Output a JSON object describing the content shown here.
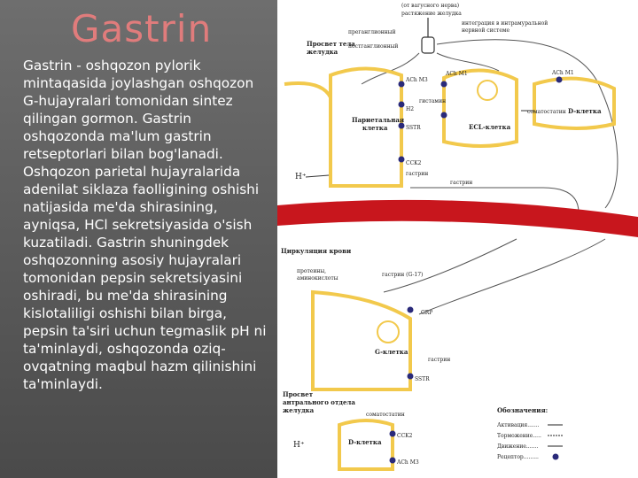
{
  "slide": {
    "title": "Gastrin",
    "body": "Gastrin - oshqozon pylorik mintaqasida joylashgan oshqozon G-hujayralari tomonidan sintez qilingan gormon. Gastrin oshqozonda ma'lum gastrin retseptorlari bilan bog'lanadi. Oshqozon parietal hujayralarida adenilat siklaza faolligining oshishi natijasida me'da shirasining, ayniqsa, HCl sekretsiyasida o'sish kuzatiladi. Gastrin shuningdek oshqozonning asosiy hujayralari tomonidan pepsin sekretsiyasini oshiradi, bu me'da shirasining kislotaliligi oshishi bilan birga, pepsin ta'siri uchun tegmaslik pH ni ta'minlaydi, oshqozonda oziq-ovqatning maqbul hazm qilinishini ta'minlaydi."
  },
  "diagram": {
    "vagus_1": "(от вагусного нерва)",
    "vagus_2": "растяжение желудка",
    "preganglionic": "преганглионный",
    "postganglionic": "постганглионный",
    "integration_1": "интеграция в интрамуральной",
    "integration_2": "нервной системе",
    "lumen_body_1": "Просвет тела",
    "lumen_body_2": "желудка",
    "parietal_1": "Париетальная",
    "parietal_2": "клетка",
    "ecl": "ECL-клетка",
    "d_cell_top": "D-клетка",
    "ach_m3": "ACh M3",
    "ach_m1": "ACh M1",
    "ach_m1_b": "ACh M1",
    "h2": "H2",
    "histamine": "гистамин",
    "somatostatin_top": "соматостатин",
    "sst_r": "SSTR",
    "cck2": "CCK2",
    "gastrin_top": "гастрин",
    "h_plus_top": "H⁺",
    "gastrin_mid": "гастрин",
    "blood_label": "Циркуляция крови",
    "proteins_1": "протеины,",
    "proteins_2": "аминокислоты",
    "gastrin_17": "гастрин (G-17)",
    "grp": "GRP",
    "g_cell": "G-клетка",
    "gastrin_low": "гастрин",
    "lumen_antrum_1": "Просвет",
    "lumen_antrum_2": "антрального отдела",
    "lumen_antrum_3": "желудка",
    "somatostatin_low": "соматостатин",
    "sst_r_low": "SSTR",
    "h_plus_low": "H⁺",
    "d_cell_low": "D-клетка",
    "cck2_low": "CCK2",
    "ach_low": "ACh M3",
    "legend_title": "Обозначения:",
    "legend_activation": "Активация.......",
    "legend_inhibition": "Торможение.....",
    "legend_movement": "Движение.......",
    "legend_receptor": "Рецептор.........",
    "cell_border_color": "#f2c94c",
    "receptor_color": "#2a2a7a",
    "blood_color": "#c8161d"
  }
}
